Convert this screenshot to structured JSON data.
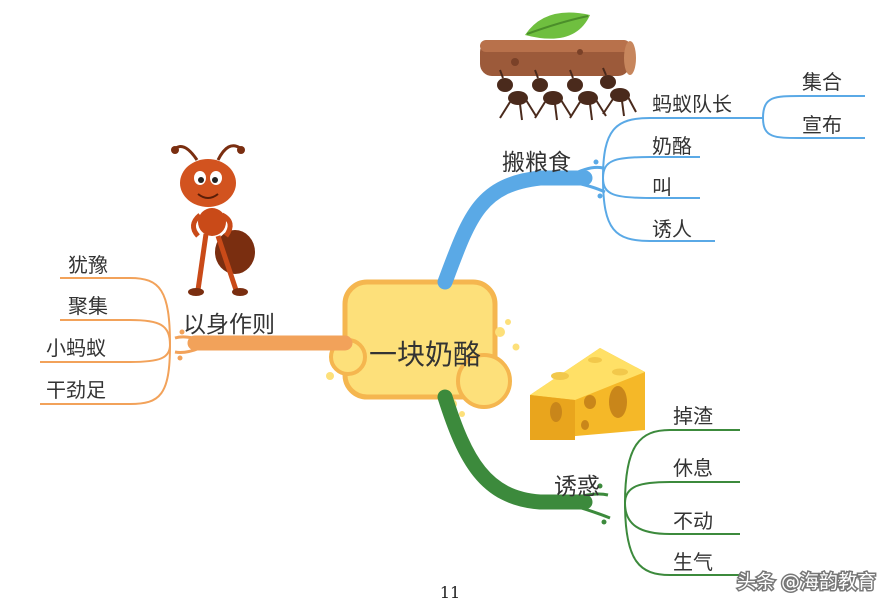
{
  "central_topic": "一块奶酪",
  "branches": {
    "carry": {
      "label": "搬粮食",
      "color": "#5aa9e6",
      "leaves": [
        "蚂蚁队长",
        "奶酪",
        "叫",
        "诱人"
      ],
      "sub_leaves": [
        "集合",
        "宣布"
      ]
    },
    "lead": {
      "label": "以身作则",
      "color": "#f2a25a",
      "leaves": [
        "犹豫",
        "聚集",
        "小蚂蚁",
        "干劲足"
      ]
    },
    "tempt": {
      "label": "诱惑",
      "color": "#3c8a3c",
      "leaves": [
        "掉渣",
        "休息",
        "不动",
        "生气"
      ]
    }
  },
  "page_number": "11",
  "watermark": "头条 @海韵教育",
  "colors": {
    "center_fill": "#fde07a",
    "center_border": "#f5b64f",
    "carry_branch": "#5aa9e6",
    "lead_branch": "#f2a25a",
    "tempt_branch": "#3c8a3c"
  }
}
